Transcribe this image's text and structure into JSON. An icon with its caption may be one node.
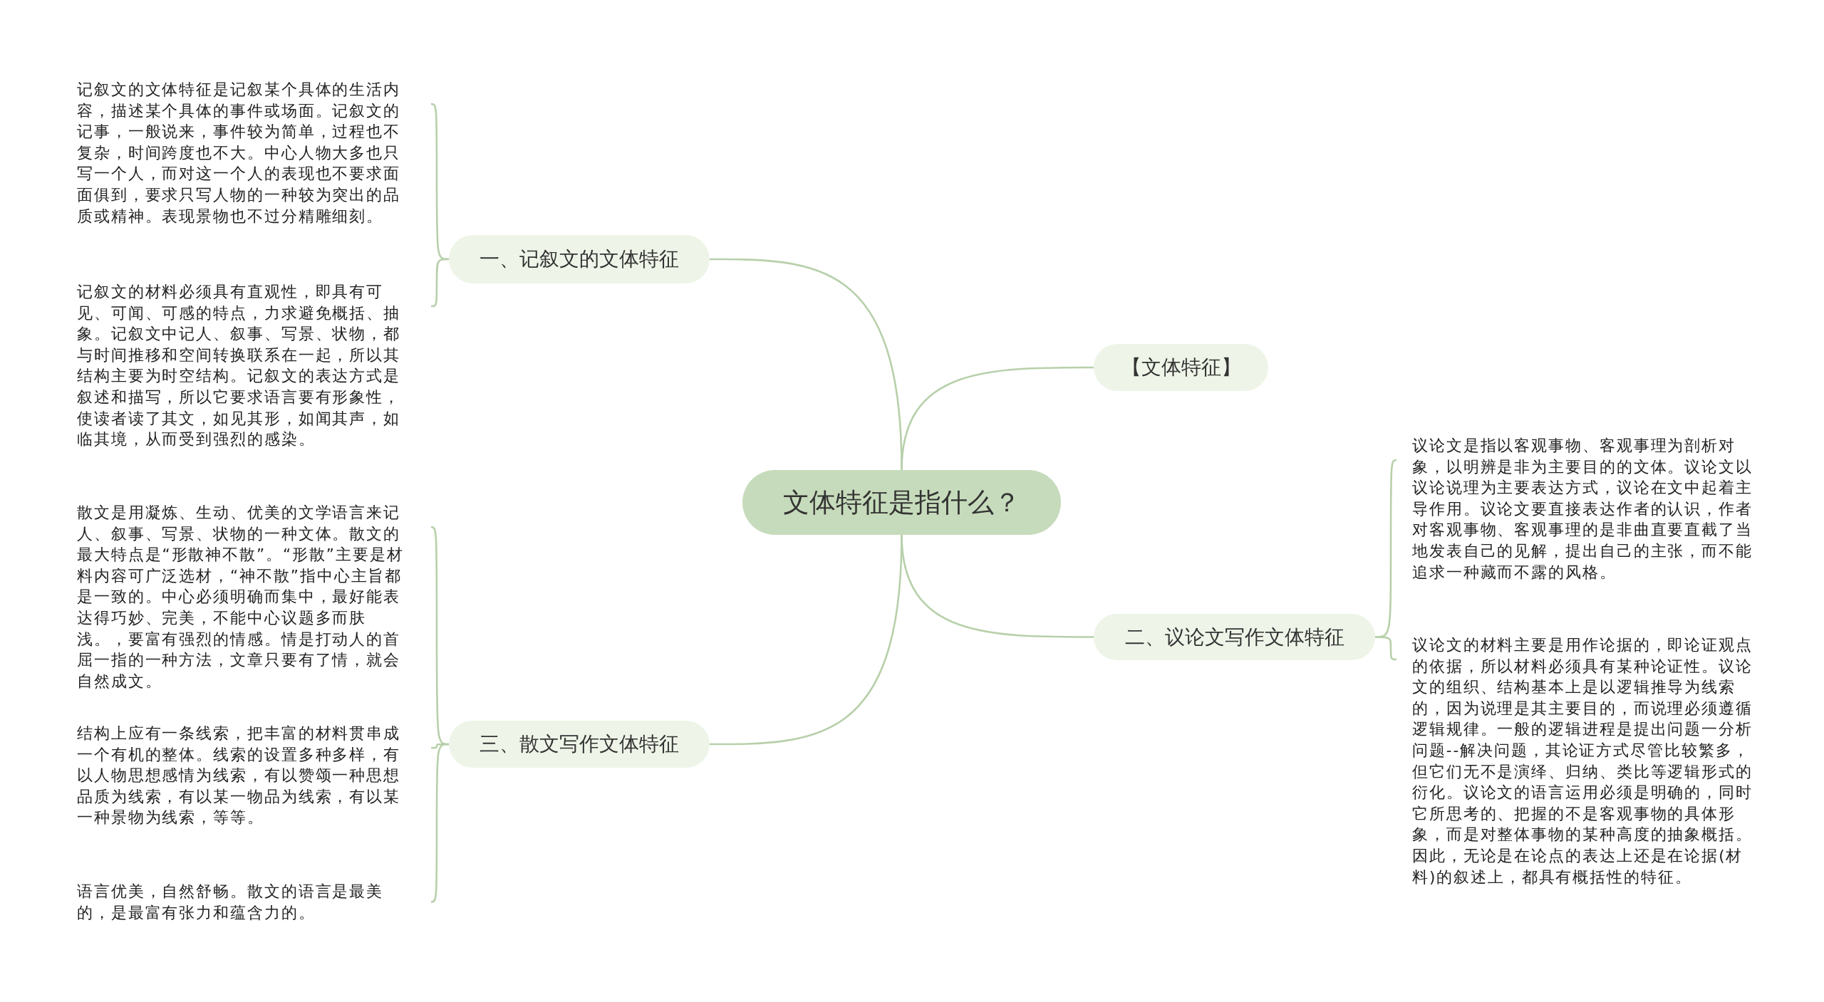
{
  "diagram": {
    "nodes": [
      {
        "text": [
          "文体特征是指什么？"
        ]
      },
      {
        "text": [
          "一、记叙文的文体特征"
        ]
      },
      {
        "text": [
          "记叙文的文体特征是记叙某个具体的生活内容，描述某个具体的事件或场面。记叙文的记事，一般说来，事件较为简单，过程也不复杂，时间跨度也不大。中心人物大多也只写一个人，而对这一个人的表现也不要求面面俱到，要求只写人物的一种较为突出的品质或精神。表现景物也不过分精雕细刻。"
        ]
      },
      {
        "text": [
          "记叙文的材料必须具有直观性，即具有可见、可闻、可感的特点，力求避免概括、抽象。记叙文中记人、叙事、写景、状物，都与时间推移和空间转换联系在一起，所以其结构主要为时空结构。记叙文的表达方式是叙述和描写，所以它要求语言要有形象性，使读者读了其文，如见其形，如闻其声，如临其境，从而受到强烈的感染。"
        ]
      },
      {
        "text": [
          "【文体特征】"
        ]
      },
      {
        "text": [
          "二、议论文写作文体特征"
        ]
      },
      {
        "text": [
          "议论文是指以客观事物、客观事理为剖析对象，以明辨是非为主要目的的文体。议论文以议论说理为主要表达方式，议论在文中起着主导作用。议论文要直接表达作者的认识，作者对客观事物、客观事理的是非曲直要直截了当地发表自己的见解，提出自己的主张，而不能追求一种藏而不露的风格。"
        ]
      },
      {
        "text": [
          "议论文的材料主要是用作论据的，即论证观点的依据，所以材料必须具有某种论证性。议论文的组织、结构基本上是以逻辑推导为线索的，因为说理是其主要目的，而说理必须遵循逻辑规律。一般的逻辑进程是提出问题一分析问题--解决问题，其论证方式尽管比较繁多，但它们无不是演绎、归纳、类比等逻辑形式的衍化。议论文的语言运用必须是明确的，同时它所思考的、把握的不是客观事物的具体形象，而是对整体事物的某种高度的抽象概括。因此，无论是在论点的表达上还是在论据(材料)的叙述上，都具有概括性的特征。"
        ]
      },
      {
        "text": [
          "三、散文写作文体特征"
        ]
      },
      {
        "text": [
          "散文是用凝炼、生动、优美的文学语言来记人、叙事、写景、状物的一种文体。散文的最大特点是“形散神不散”。“形散”主要是材料内容可广泛选材，“神不散”指中心主旨都是一致的。中心必须明确而集中，最好能表达得巧妙、完美，不能中心议题多而肤浅。，要富有强烈的情感。情是打动人的首屈一指的一种方法，文章只要有了情，就会自然成文。"
        ]
      },
      {
        "text": [
          "结构上应有一条线索，把丰富的材料贯串成一个有机的整体。线索的设置多种多样，有以人物思想感情为线索，有以赞颂一种思想品质为线索，有以某一物品为线索，有以某一种景物为线索，等等。"
        ]
      },
      {
        "text": [
          "语言优美，自然舒畅。散文的语言是最美的，是最富有张力和蕴含力的。"
        ]
      }
    ],
    "edges": [
      {
        "from": 0,
        "to": 1,
        "arrow": "none"
      },
      {
        "from": 1,
        "to": 2,
        "arrow": "none"
      },
      {
        "from": 1,
        "to": 3,
        "arrow": "none"
      },
      {
        "from": 0,
        "to": 4,
        "arrow": "none"
      },
      {
        "from": 0,
        "to": 5,
        "arrow": "none"
      },
      {
        "from": 5,
        "to": 6,
        "arrow": "none"
      },
      {
        "from": 5,
        "to": 7,
        "arrow": "none"
      },
      {
        "from": 0,
        "to": 8,
        "arrow": "none"
      },
      {
        "from": 8,
        "to": 9,
        "arrow": "none"
      },
      {
        "from": 8,
        "to": 10,
        "arrow": "none"
      },
      {
        "from": 8,
        "to": 11,
        "arrow": "none"
      }
    ]
  }
}
